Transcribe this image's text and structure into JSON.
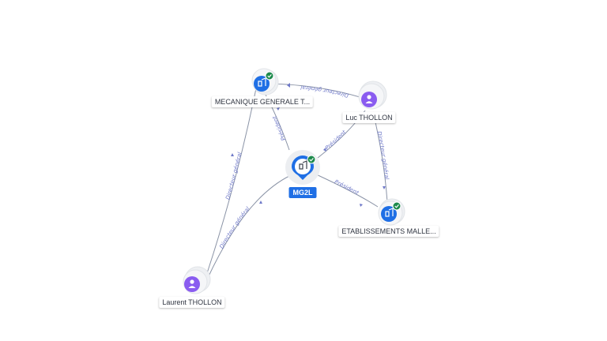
{
  "nodes": [
    {
      "id": "mecanique",
      "label": "MECANIQUE GENERALE T...",
      "kind": "company",
      "verified": true
    },
    {
      "id": "luc",
      "label": "Luc THOLLON",
      "kind": "person",
      "verified": false
    },
    {
      "id": "mg2l",
      "label": "MG2L",
      "kind": "company-main",
      "verified": true
    },
    {
      "id": "etablissements",
      "label": "ETABLISSEMENTS MALLE...",
      "kind": "company",
      "verified": true
    },
    {
      "id": "laurent",
      "label": "Laurent THOLLON",
      "kind": "person",
      "verified": false
    }
  ],
  "edges": [
    {
      "id": "luc-mecanique",
      "label": "Directeur général"
    },
    {
      "id": "mg2l-mecanique",
      "label": "Président"
    },
    {
      "id": "mg2l-luc",
      "label": "Président"
    },
    {
      "id": "luc-etablissements",
      "label": "Directeur général"
    },
    {
      "id": "mg2l-etablissements",
      "label": "Président"
    },
    {
      "id": "laurent-mecanique",
      "label": "Directeur général"
    },
    {
      "id": "laurent-mg2l",
      "label": "Directeur général"
    }
  ],
  "colors": {
    "company": "#1f6fe5",
    "person": "#8a5cf0",
    "verified": "#1d8a4c",
    "edge": "#8a93a6",
    "edge_label": "#6e78c8"
  },
  "icons": {
    "company": "building-icon",
    "person": "person-icon",
    "verified": "check-badge-icon"
  }
}
